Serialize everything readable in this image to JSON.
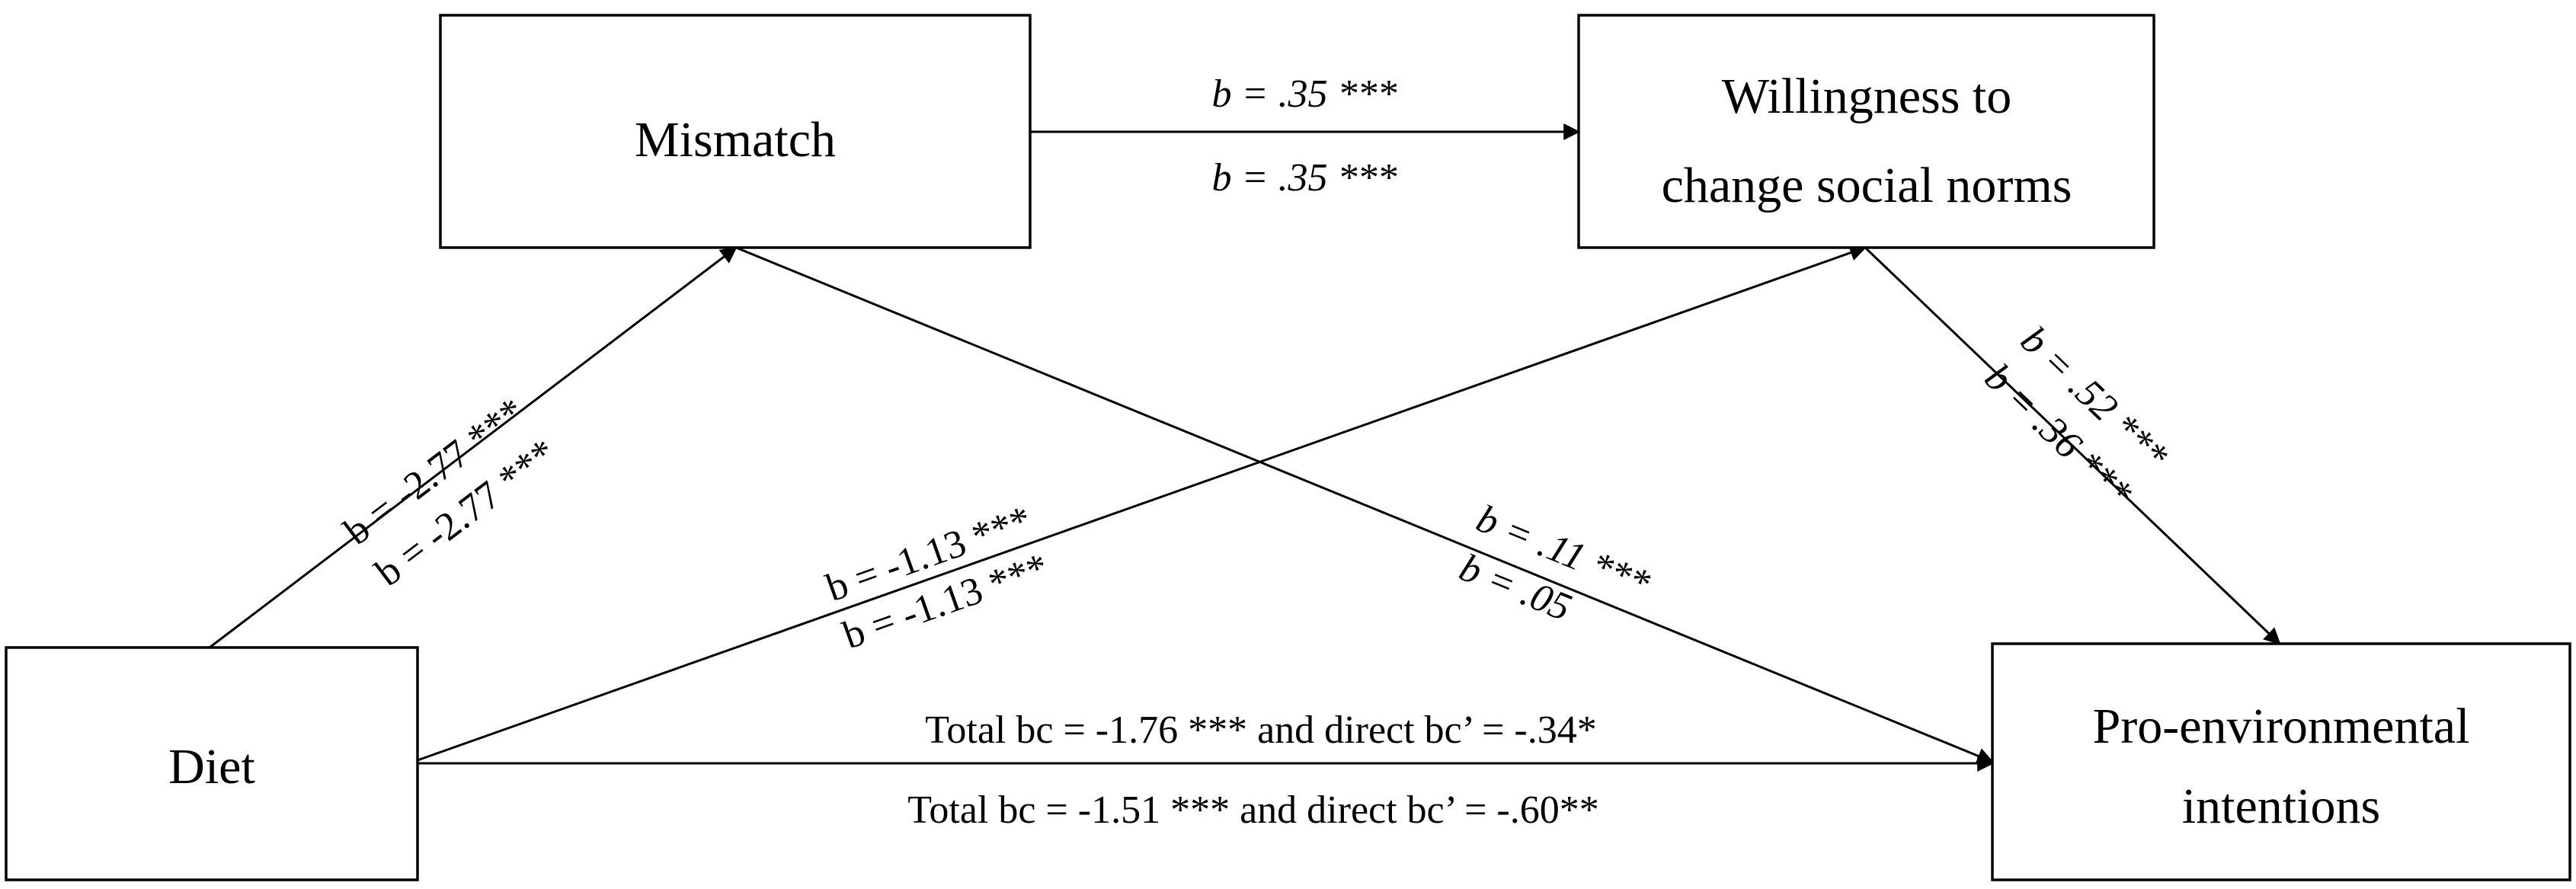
{
  "nodes": {
    "mismatch": {
      "label": "Mismatch"
    },
    "willingness": {
      "line1": "Willingness to",
      "line2": "change social norms"
    },
    "diet": {
      "label": "Diet"
    },
    "pro_env": {
      "line1": "Pro-environmental",
      "line2": "intentions"
    }
  },
  "paths": {
    "mismatch_to_willingness": {
      "top": "b = .35 ***",
      "bottom": "b = .35 ***"
    },
    "diet_to_mismatch": {
      "top": "b = -2.77 ***",
      "bottom": "b = -2.77 ***"
    },
    "diet_to_willingness": {
      "top": "b = -1.13 ***",
      "bottom": "b = -1.13 ***"
    },
    "mismatch_to_pro_env": {
      "top": "b = .11 ***",
      "bottom": "b = .05"
    },
    "willingness_to_pro_env": {
      "top": "b = .52 ***",
      "bottom": "b = .36 ***"
    },
    "diet_to_pro_env": {
      "top": "Total bc = -1.76 *** and direct bc’ = -.34*",
      "bottom": "Total bc = -1.51 *** and direct bc’ = -.60**"
    }
  }
}
